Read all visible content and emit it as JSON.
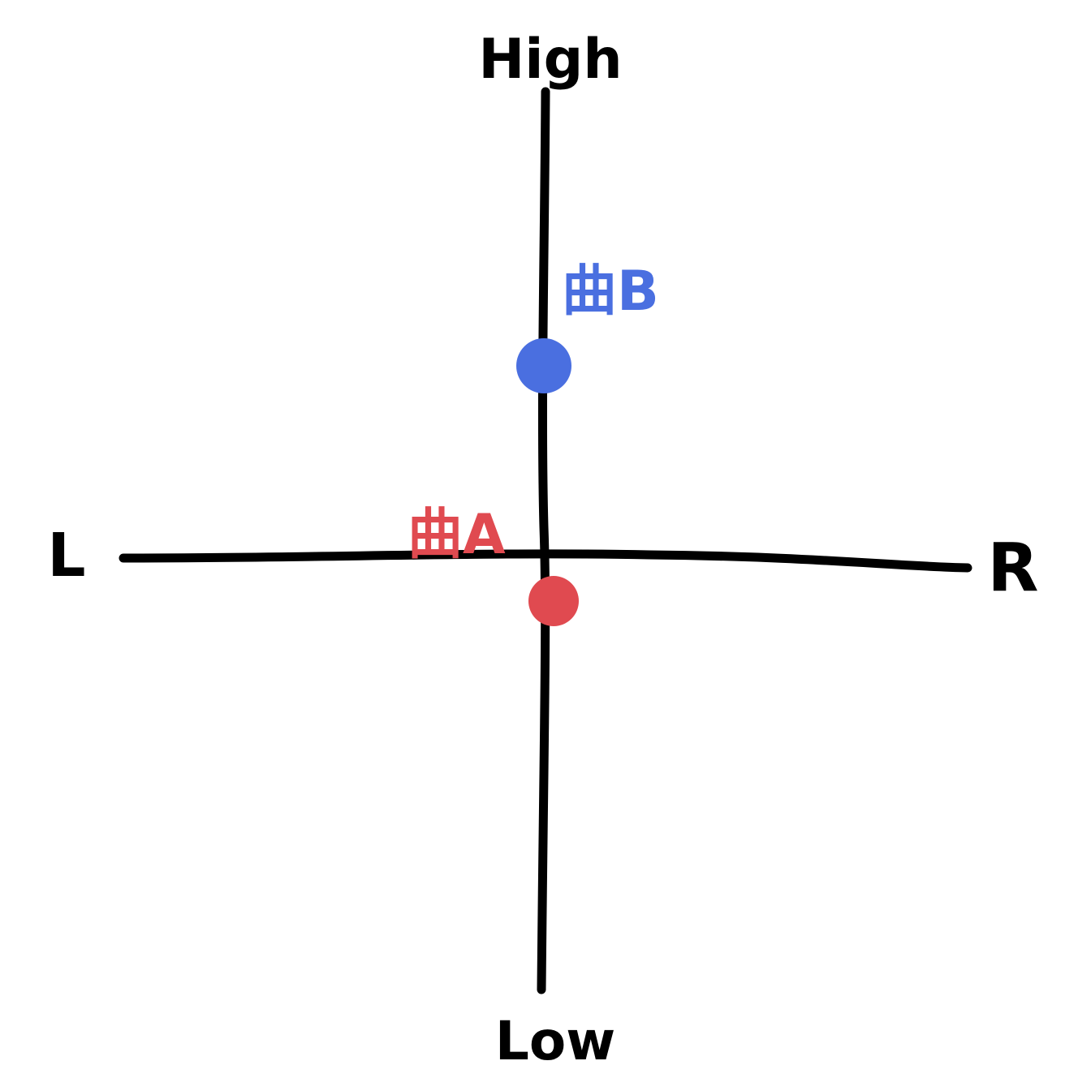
{
  "axes": {
    "top_label": "High",
    "bottom_label": "Low",
    "left_label": "L",
    "right_label": "R",
    "color": "#000000"
  },
  "points": [
    {
      "label": "曲B",
      "color": "#4a6fe0"
    },
    {
      "label": "曲A",
      "color": "#e04a50"
    }
  ]
}
